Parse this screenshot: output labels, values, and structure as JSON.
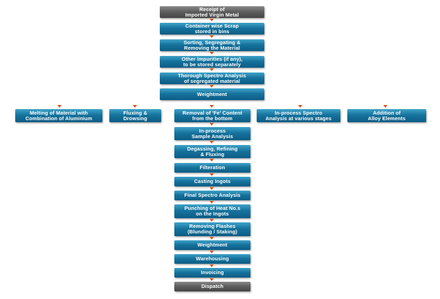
{
  "colors": {
    "step_box": "#16739d",
    "terminal_box": "#5f5f5f",
    "arrow": "#d9531e",
    "text": "#ffffff"
  },
  "steps": {
    "receipt": "Receipt of\nImported Virgin Metal",
    "container_scrap": "Container wise Scrap\nstored in bins",
    "sorting": "Sorting, Segregating &\nRemoving the Material",
    "other_impurities": "Other impurities (if any),\nto be stored separately",
    "spectro_analysis": "Thorough Spectro Analysis\nof segregated material",
    "weightment_1": "Weightment",
    "melting": "Melting of Material with\nCombination of Aluminium",
    "fluxing": "Fluxing &\nDrowsing",
    "removal_fe": "Removal of 'Fe' Content\nfrom the bottom",
    "inprocess_spectro": "In-process Spectro\nAnalysis at various stages",
    "alloy_elements": "Addition of\nAlloy Elements",
    "inprocess_sample": "In-process\nSample Analysis",
    "degassing": "Degassing, Refining\n& Fluxing",
    "filteration": "Filteration",
    "casting": "Casting Ingots",
    "final_spectro": "Final Spectro Analysis",
    "punching": "Punching of Heat No.s\non the Ingots",
    "removing_flashes": "Removing Flashes\n(Blunding / Staking)",
    "weightment_2": "Weightment",
    "warehousing": "Warehousing",
    "invoicing": "Invoicing",
    "dispatch": "Dispatch"
  }
}
